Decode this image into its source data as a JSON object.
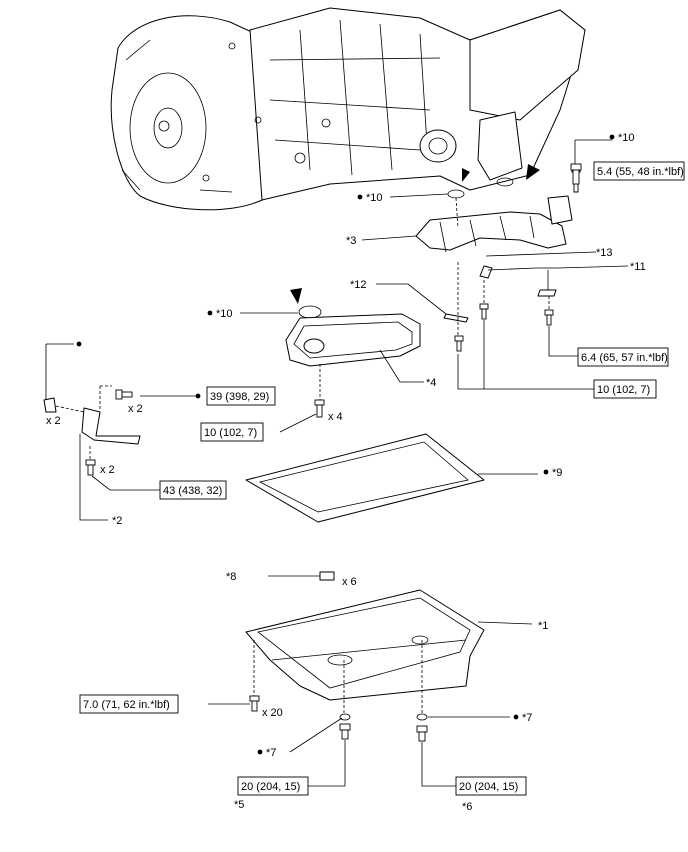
{
  "labels": {
    "tag_1": "*1",
    "tag_2": "*2",
    "tag_3": "*3",
    "tag_4": "*4",
    "tag_5": "*5",
    "tag_6": "*6",
    "tag_7a": "*7",
    "tag_7b": "*7",
    "tag_8": "*8",
    "tag_9": "*9",
    "tag_10a": "*10",
    "tag_10b": "*10",
    "tag_10c": "*10",
    "tag_11": "*11",
    "tag_12": "*12",
    "tag_13": "*13"
  },
  "torque": {
    "t_5_4": "5.4 (55, 48 in.*lbf)",
    "t_6_4": "6.4 (65, 57 in.*lbf)",
    "t_10_right": "10 (102, 7)",
    "t_39": "39 (398, 29)",
    "t_10_left": "10 (102, 7)",
    "t_43": "43 (438, 32)",
    "t_7_0": "7.0 (71, 62 in.*lbf)",
    "t_20_a": "20 (204, 15)",
    "t_20_b": "20 (204, 15)"
  },
  "quantities": {
    "q_x2_bracket": "x 2",
    "q_x2_bolt39": "x 2",
    "q_x2_bolt43": "x 2",
    "q_x4": "x 4",
    "q_x6": "x 6",
    "q_x20": "x 20"
  }
}
